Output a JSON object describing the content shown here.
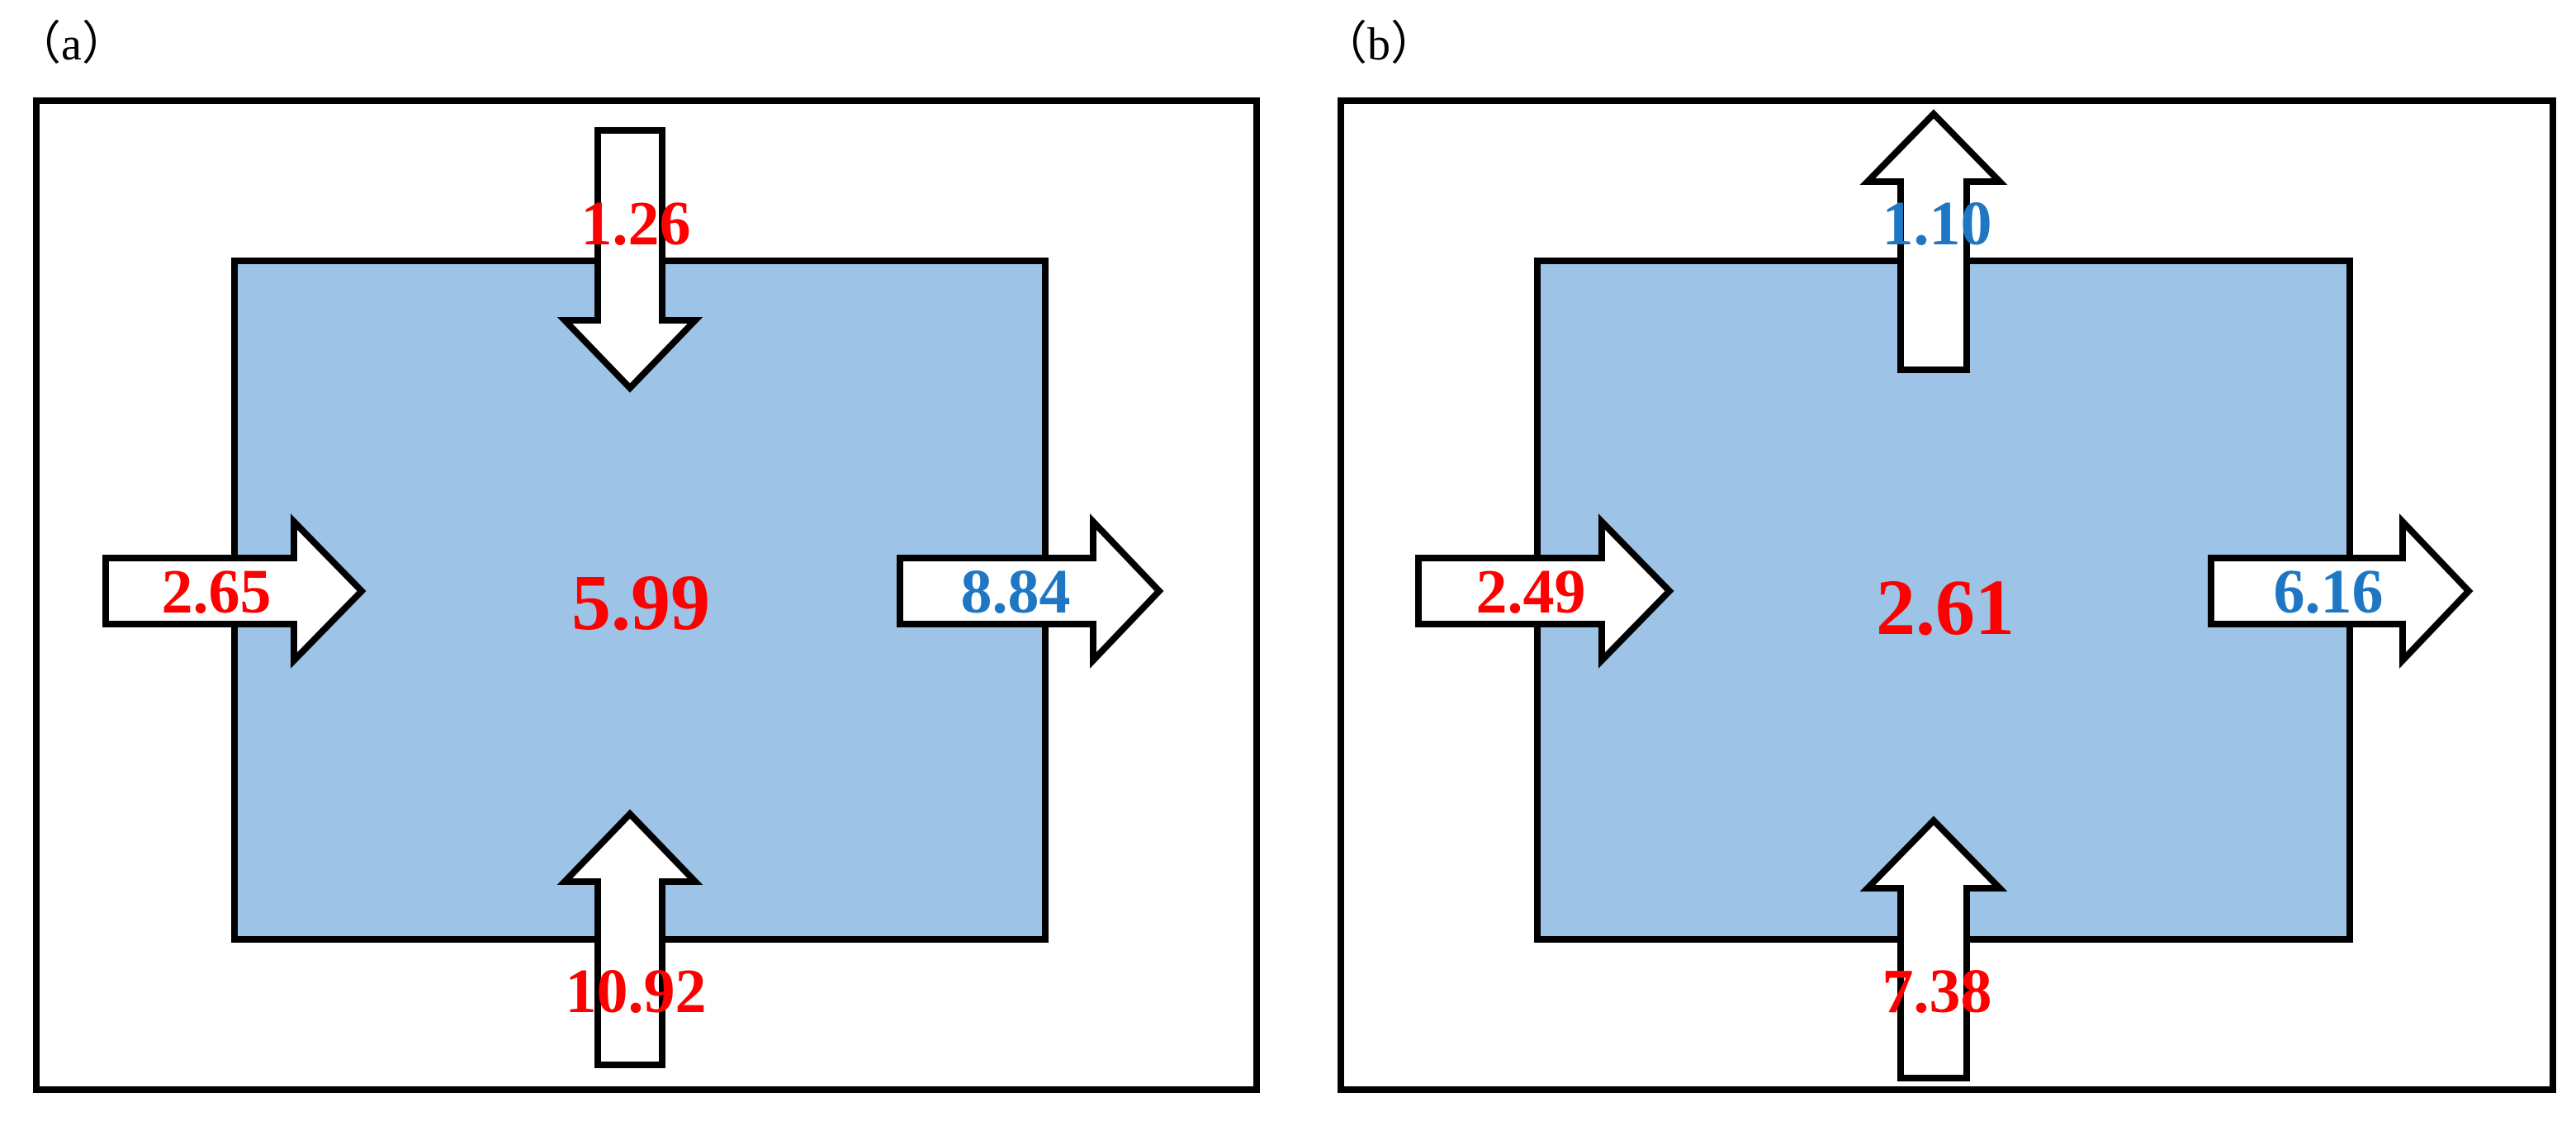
{
  "colors": {
    "box_fill": "#9dc3e6",
    "positive": "#ff0000",
    "negative": "#1f77c4",
    "outline": "#000000"
  },
  "panels": [
    {
      "label": "（a）",
      "center": {
        "value": "5.99",
        "color": "#ff0000"
      },
      "top": {
        "value": "1.26",
        "direction": "in",
        "color": "#ff0000"
      },
      "left": {
        "value": "2.65",
        "direction": "in",
        "color": "#ff0000"
      },
      "right": {
        "value": "8.84",
        "direction": "out",
        "color": "#1f77c4"
      },
      "bottom": {
        "value": "10.92",
        "direction": "in",
        "color": "#ff0000"
      }
    },
    {
      "label": "（b）",
      "center": {
        "value": "2.61",
        "color": "#ff0000"
      },
      "top": {
        "value": "1.10",
        "direction": "out",
        "color": "#1f77c4"
      },
      "left": {
        "value": "2.49",
        "direction": "in",
        "color": "#ff0000"
      },
      "right": {
        "value": "6.16",
        "direction": "out",
        "color": "#1f77c4"
      },
      "bottom": {
        "value": "7.38",
        "direction": "in",
        "color": "#ff0000"
      }
    }
  ]
}
